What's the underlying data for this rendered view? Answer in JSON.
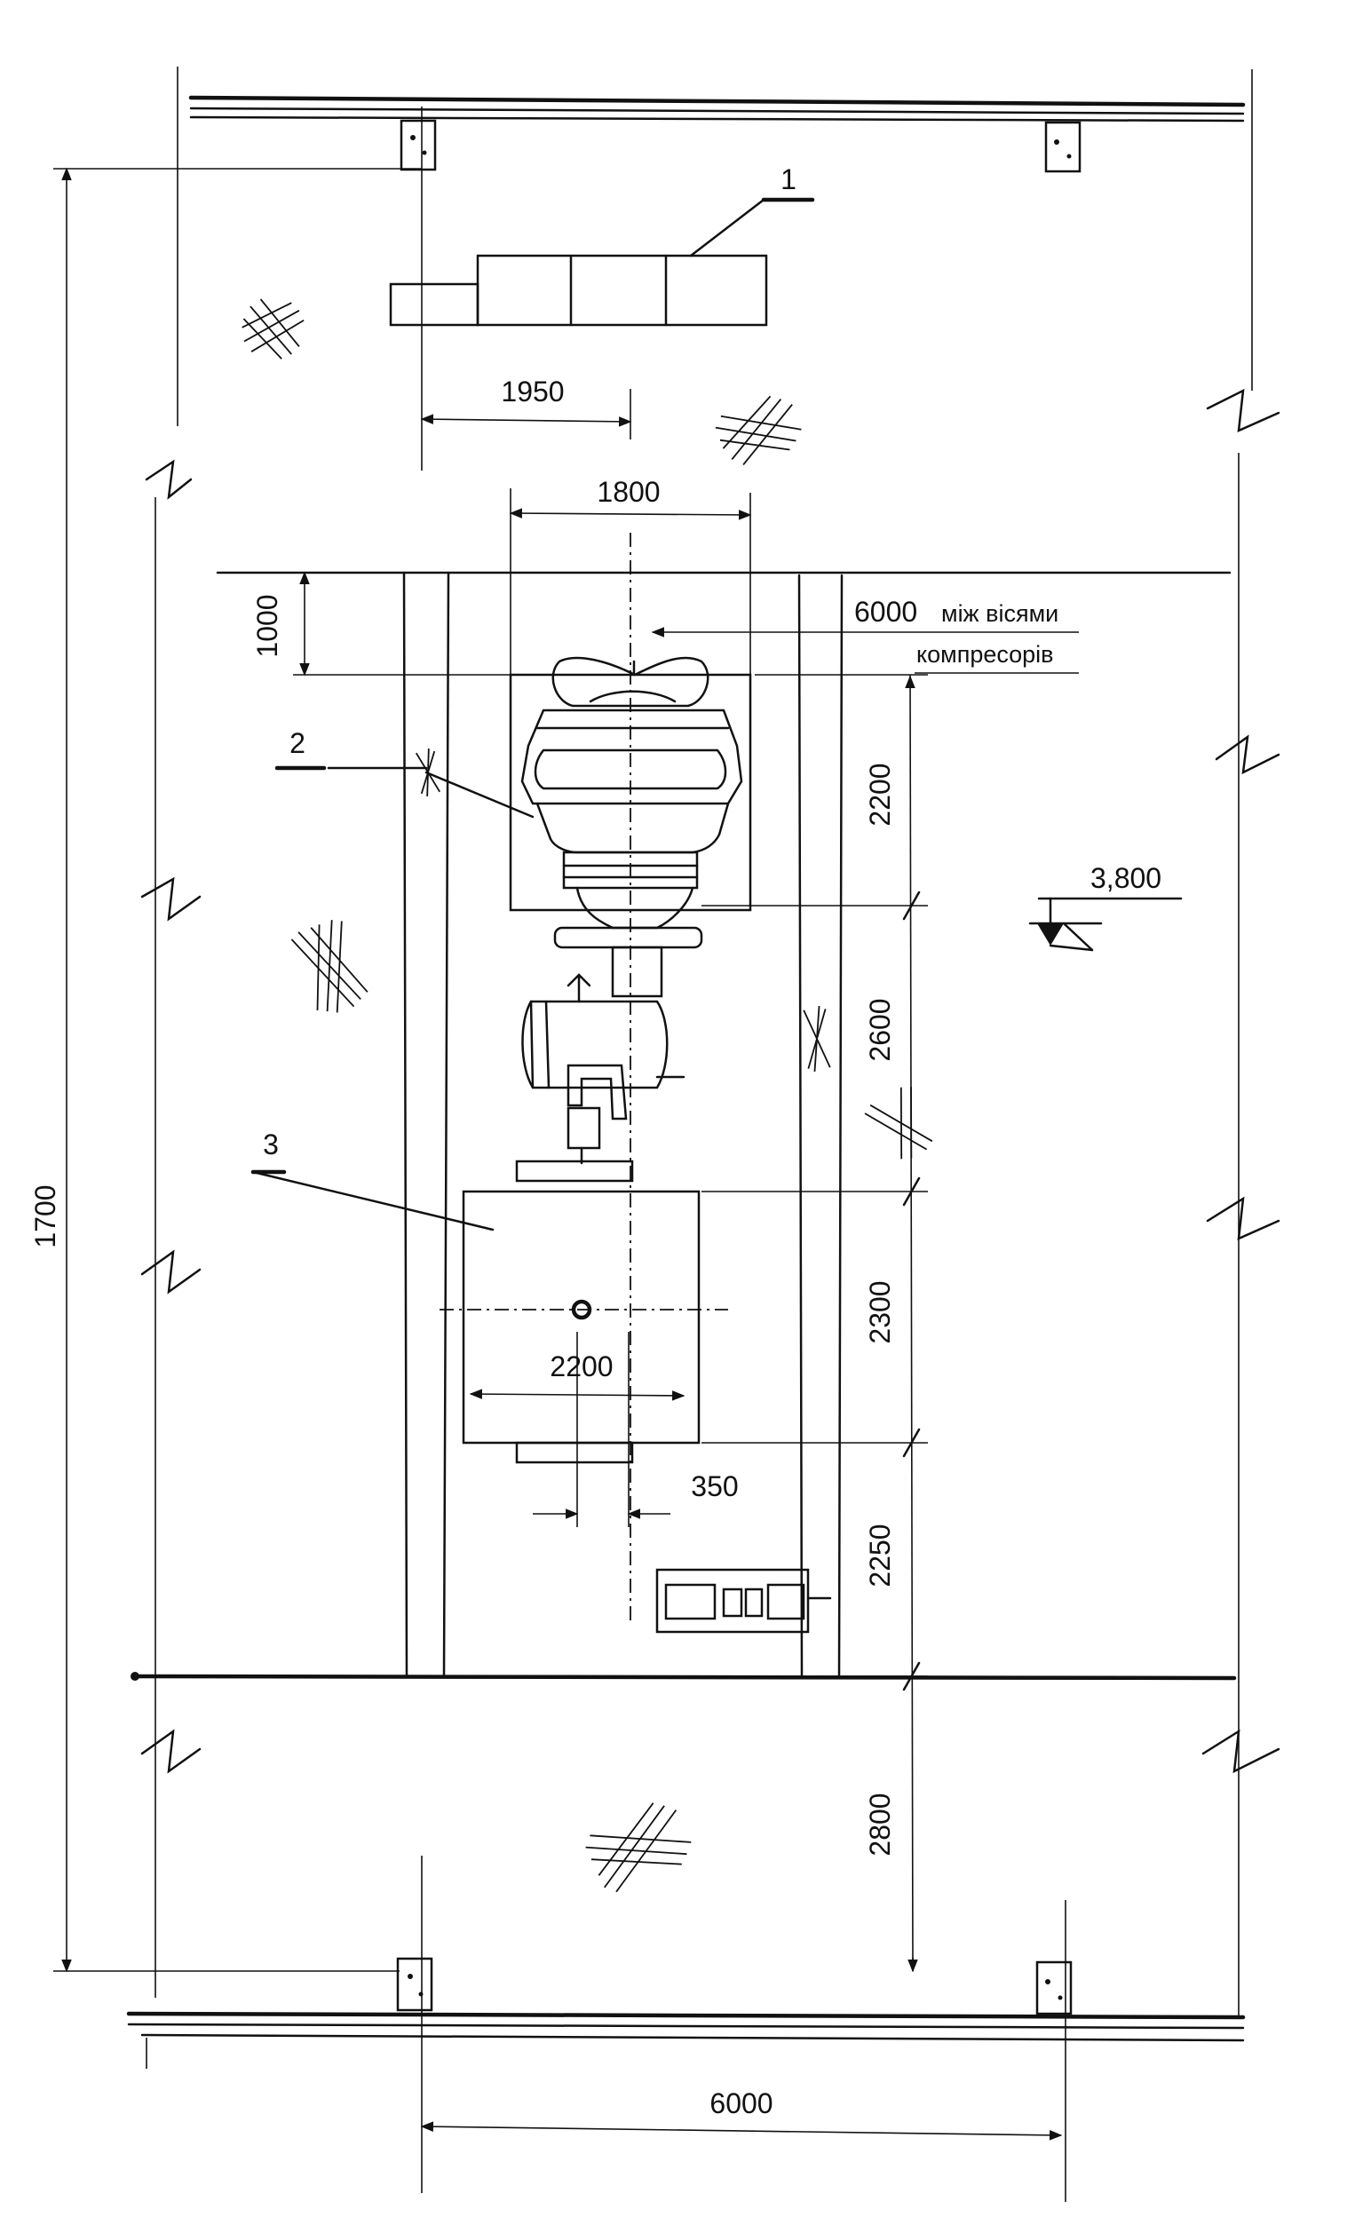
{
  "callouts": {
    "item1": "1",
    "item2": "2",
    "item3": "3"
  },
  "dimensions": {
    "d1950": "1950",
    "d1800": "1800",
    "d1000": "1000",
    "d6000_axes": "6000",
    "axes_note_line1": "між вісями",
    "axes_note_line2": "компресорів",
    "d2200_v": "2200",
    "d2600": "2600",
    "d2300": "2300",
    "d2250": "2250",
    "d2800": "2800",
    "d2200_h": "2200",
    "d350": "350",
    "d1700": "1700",
    "d6000_bottom": "6000"
  },
  "elevation": {
    "value": "3,800"
  }
}
